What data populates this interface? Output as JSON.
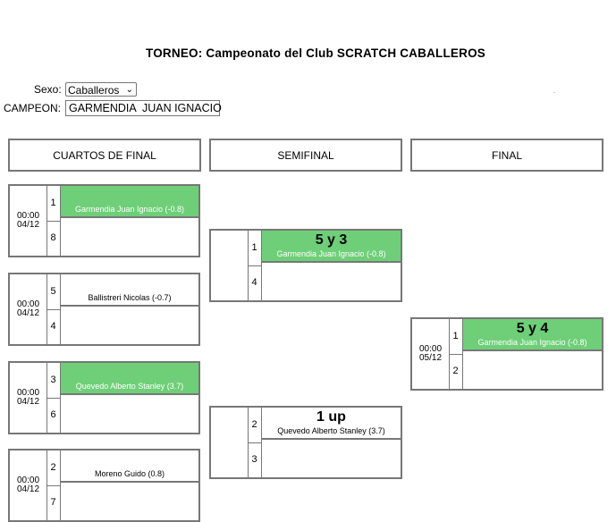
{
  "tournament": {
    "title": "TORNEO: Campeonato del Club SCRATCH CABALLEROS",
    "sex_label": "Sexo:",
    "sex_value": "Caballeros",
    "champion_label": "CAMPEON:",
    "champion_value": "GARMENDIA  JUAN IGNACIO"
  },
  "rounds": [
    "CUARTOS DE FINAL",
    "SEMIFINAL",
    "FINAL"
  ],
  "quarterfinals": [
    {
      "time": "00:00",
      "date": "04/12",
      "seed_top": "1",
      "seed_bottom": "8",
      "player_top": "Garmendia Juan Ignacio (-0.8)",
      "player_bottom": ""
    },
    {
      "time": "00:00",
      "date": "04/12",
      "seed_top": "5",
      "seed_bottom": "4",
      "player_top": "Ballistreri Nicolas (-0.7)",
      "player_bottom": ""
    },
    {
      "time": "00:00",
      "date": "04/12",
      "seed_top": "3",
      "seed_bottom": "6",
      "player_top": "Quevedo Alberto Stanley (3.7)",
      "player_bottom": ""
    },
    {
      "time": "00:00",
      "date": "04/12",
      "seed_top": "2",
      "seed_bottom": "7",
      "player_top": "Moreno Guido (0.8)",
      "player_bottom": ""
    }
  ],
  "semifinals": [
    {
      "seed_top": "1",
      "seed_bottom": "4",
      "score": "5 y 3",
      "player_top": "Garmendia Juan Ignacio (-0.8)",
      "player_bottom": ""
    },
    {
      "seed_top": "2",
      "seed_bottom": "3",
      "score": "1 up",
      "player_top": "Quevedo Alberto Stanley (3.7)",
      "player_bottom": ""
    }
  ],
  "final": {
    "time": "00:00",
    "date": "05/12",
    "seed_top": "1",
    "seed_bottom": "2",
    "score": "5 y 4",
    "player_top": "Garmendia Juan Ignacio (-0.8)",
    "player_bottom": ""
  },
  "colors": {
    "winner": "#6ecf78",
    "border": "#777777"
  }
}
